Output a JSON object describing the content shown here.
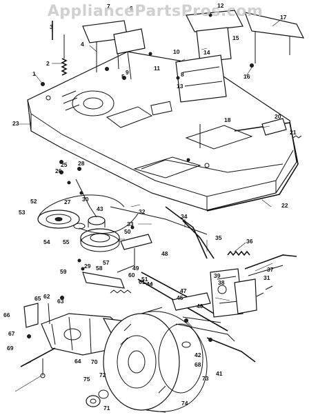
{
  "watermark": "AppliancePartsPros.com",
  "callouts": [
    {
      "label": "1"
    },
    {
      "label": "2"
    },
    {
      "label": "3"
    },
    {
      "label": "4"
    },
    {
      "label": "5"
    },
    {
      "label": "6"
    },
    {
      "label": "7"
    },
    {
      "label": "8"
    },
    {
      "label": "9"
    },
    {
      "label": "10"
    },
    {
      "label": "11"
    },
    {
      "label": "12"
    },
    {
      "label": "13"
    },
    {
      "label": "14"
    },
    {
      "label": "15"
    },
    {
      "label": "16"
    },
    {
      "label": "17"
    },
    {
      "label": "18"
    },
    {
      "label": "20"
    },
    {
      "label": "21"
    },
    {
      "label": "22"
    },
    {
      "label": "23"
    },
    {
      "label": "25"
    },
    {
      "label": "26"
    },
    {
      "label": "27"
    },
    {
      "label": "28"
    },
    {
      "label": "29"
    },
    {
      "label": "30"
    },
    {
      "label": "31"
    },
    {
      "label": "32"
    },
    {
      "label": "33"
    },
    {
      "label": "34"
    },
    {
      "label": "35"
    },
    {
      "label": "36"
    },
    {
      "label": "37"
    },
    {
      "label": "38"
    },
    {
      "label": "39"
    },
    {
      "label": "40"
    },
    {
      "label": "41"
    },
    {
      "label": "42"
    },
    {
      "label": "43"
    },
    {
      "label": "44"
    },
    {
      "label": "45"
    },
    {
      "label": "47"
    },
    {
      "label": "48"
    },
    {
      "label": "49"
    },
    {
      "label": "50"
    },
    {
      "label": "51"
    },
    {
      "label": "52"
    },
    {
      "label": "53"
    },
    {
      "label": "54"
    },
    {
      "label": "55"
    },
    {
      "label": "57"
    },
    {
      "label": "58"
    },
    {
      "label": "59"
    },
    {
      "label": "60"
    },
    {
      "label": "61"
    },
    {
      "label": "62"
    },
    {
      "label": "63"
    },
    {
      "label": "64"
    },
    {
      "label": "65"
    },
    {
      "label": "66"
    },
    {
      "label": "67"
    },
    {
      "label": "68"
    },
    {
      "label": "69"
    },
    {
      "label": "70"
    },
    {
      "label": "71"
    },
    {
      "label": "72"
    },
    {
      "label": "73"
    },
    {
      "label": "74"
    },
    {
      "label": "75"
    }
  ]
}
